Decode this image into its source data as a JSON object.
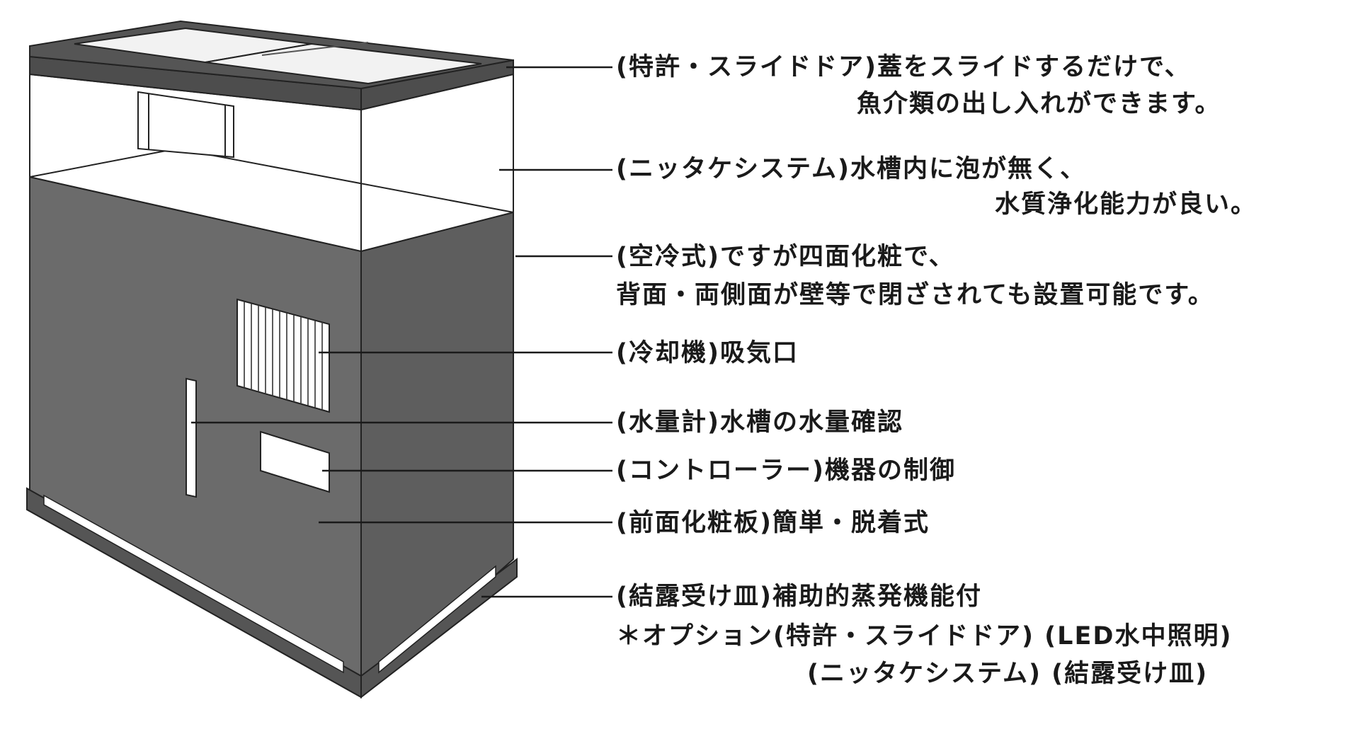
{
  "callouts": [
    {
      "line1": "(特許・スライドドア)蓋をスライドするだけで、",
      "line2": "魚介類の出し入れができます。"
    },
    {
      "line1": "(ニッタケシステム)水槽内に泡が無く、",
      "line2": "水質浄化能力が良い。"
    },
    {
      "line1": "(空冷式)ですが四面化粧で、",
      "line2": "背面・両側面が壁等で閉ざされても設置可能です。"
    },
    {
      "line1": "(冷却機)吸気口"
    },
    {
      "line1": "(水量計)水槽の水量確認"
    },
    {
      "line1": "(コントローラー)機器の制御"
    },
    {
      "line1": "(前面化粧板)簡単・脱着式"
    },
    {
      "line1": "(結露受け皿)補助的蒸発機能付"
    }
  ],
  "options": {
    "line1": "＊オプション(特許・スライドドア) (LED水中照明)",
    "line2": "(ニッタケシステム) (結露受け皿)"
  },
  "colors": {
    "body_gray": "#6b6b6b",
    "side_gray": "#5e5e5e",
    "frame": "#4d4d4d",
    "ink": "#1a1a1a"
  }
}
